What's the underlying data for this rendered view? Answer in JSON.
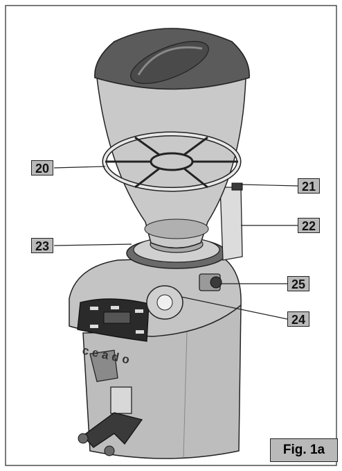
{
  "figure": {
    "caption": "Fig. 1a",
    "brand_text": "ceado",
    "callouts": [
      {
        "id": "20",
        "label": "20"
      },
      {
        "id": "21",
        "label": "21"
      },
      {
        "id": "22",
        "label": "22"
      },
      {
        "id": "23",
        "label": "23"
      },
      {
        "id": "24",
        "label": "24"
      },
      {
        "id": "25",
        "label": "25"
      }
    ],
    "colors": {
      "label_fill": "#b9b9b9",
      "lid": "#5b5b5b",
      "hopper": "#c9c9c9",
      "body": "#bdbdbd",
      "panel": "#2a2a2a"
    }
  }
}
